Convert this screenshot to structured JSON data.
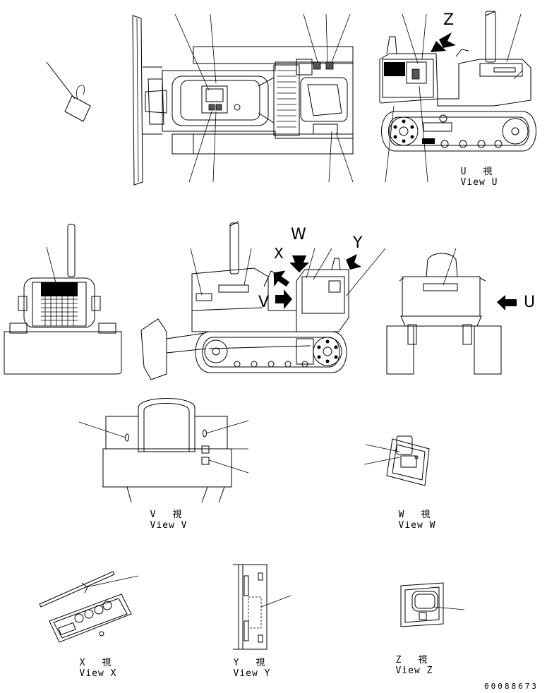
{
  "views": {
    "u": {
      "jp": "U 視",
      "en": "View U"
    },
    "v": {
      "jp": "V 視",
      "en": "View V"
    },
    "w": {
      "jp": "W 視",
      "en": "View W"
    },
    "x": {
      "jp": "X 視",
      "en": "View X"
    },
    "y": {
      "jp": "Y 視",
      "en": "View Y"
    },
    "z": {
      "jp": "Z 視",
      "en": "View Z"
    }
  },
  "arrow_letters": {
    "z": "Z",
    "w": "W",
    "x": "X",
    "y": "Y",
    "v": "V",
    "u": "U"
  },
  "document_number": "00088673"
}
